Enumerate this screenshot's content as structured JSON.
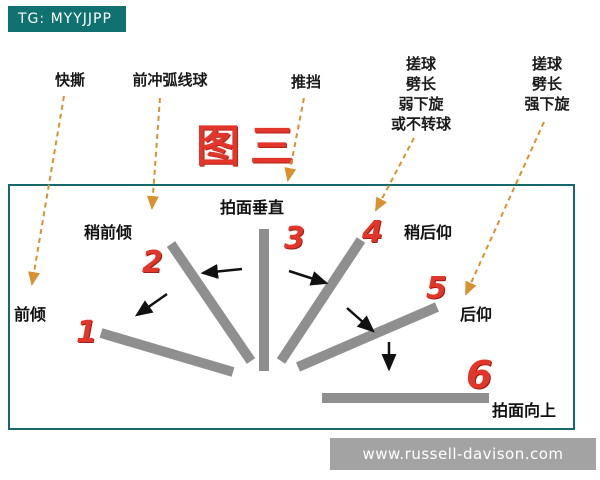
{
  "badge": {
    "text": "TG: MYYJJPP"
  },
  "title": {
    "text": "图三"
  },
  "watermark": {
    "text": "www.russell-davison.com"
  },
  "top_labels": {
    "kuaisi": "快撕",
    "qianchong": "前冲弧线球",
    "tuidang": "推挡",
    "cuo_ruo": "搓球\n劈长\n弱下旋\n或不转球",
    "cuo_qiang": "搓球\n劈长\n强下旋"
  },
  "angle_labels": {
    "qianqing": "前倾",
    "shaoqianqing": "稍前倾",
    "paimianchuizhi": "拍面垂直",
    "shaohouyang": "稍后仰",
    "houyang": "后仰",
    "paimianxiangshang": "拍面向上"
  },
  "numbers": {
    "n1": "1",
    "n2": "2",
    "n3": "3",
    "n4": "4",
    "n5": "5",
    "n6": "6"
  },
  "colors": {
    "teal_badge": "#0f7170",
    "teal_border": "#15696b",
    "red": "#e2362a",
    "orange_dashed": "#d9912f",
    "bar_gray": "#8f8f8f",
    "watermark_gray": "#a3a3a3"
  }
}
